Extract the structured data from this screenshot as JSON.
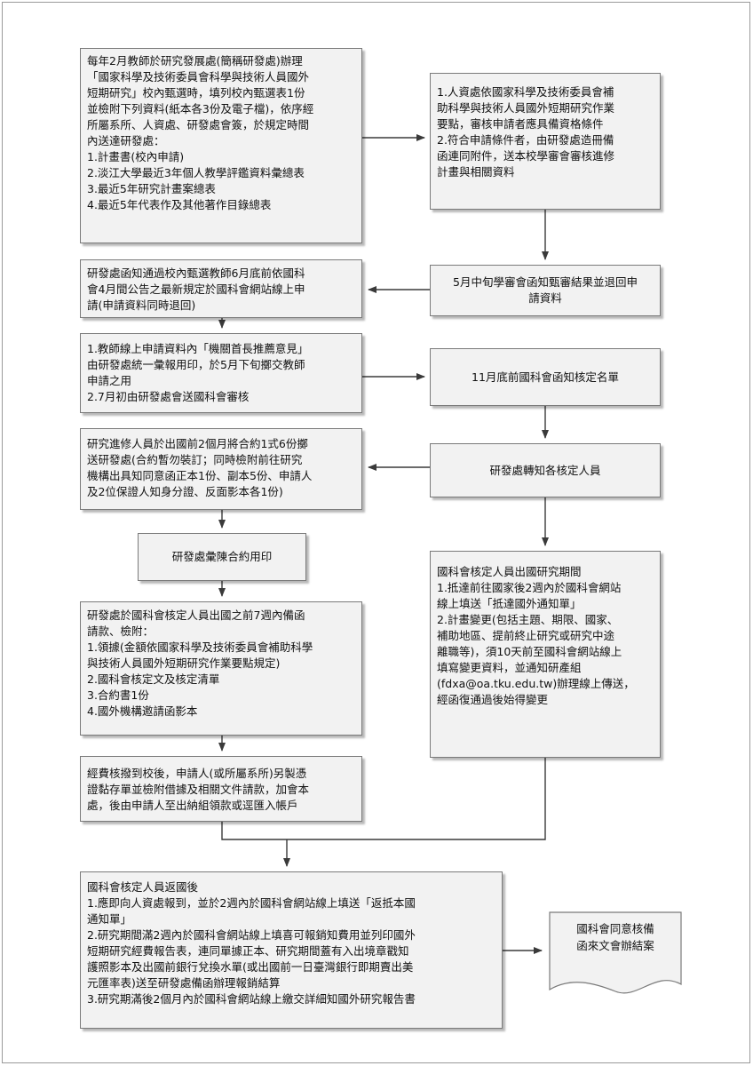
{
  "steps": {
    "s1": {
      "lines": [
        "每年2月教師於研究發展處(簡稱研發處)辦理",
        "「國家科學及技術委員會科學與技術人員國外",
        "短期研究」校內甄選時，填列校內甄選表1份",
        "並檢附下列資料(紙本各3份及電子檔)，依序經",
        "所屬系所、人資處、研發處會簽，於規定時間",
        "內送達研發處：",
        "1.計畫書(校內申請)",
        "2.淡江大學最近3年個人教學評鑑資料彙總表",
        "3.最近5年研究計畫案總表",
        "4.最近5年代表作及其他著作目錄總表"
      ]
    },
    "s2": {
      "lines": [
        "1.人資處依國家科學及技術委員會補",
        "助科學與技術人員國外短期研究作業",
        "要點，審核申請者應具備資格條件",
        "2.符合申請條件者，由研發處造冊備",
        "函連同附件，送本校學審會審核進修",
        "計畫與相關資料"
      ]
    },
    "s3": {
      "lines": [
        "5月中旬學審會函知甄審結果並退回申",
        "請資料"
      ]
    },
    "s4": {
      "lines": [
        "研發處函知通過校內甄選教師6月底前依國科",
        "會4月間公告之最新規定於國科會網站線上申",
        "請(申請資料同時退回)"
      ]
    },
    "s5": {
      "lines": [
        "1.教師線上申請資料內「機關首長推薦意見」",
        "由研發處統一彙報用印，於5月下旬擲交教師",
        "申請之用",
        "2.7月初由研發處會送國科會審核"
      ]
    },
    "s6": {
      "lines": [
        "11月底前國科會函知核定名單"
      ]
    },
    "s7": {
      "lines": [
        "研發處轉知各核定人員"
      ]
    },
    "s8": {
      "lines": [
        "研究進修人員於出國前2個月將合約1式6份擲",
        "送研發處(合約暫勿裝訂；同時檢附前往研究",
        "機構出具知同意函正本1份、副本5份、申請人",
        "及2位保證人知身分證、反面影本各1份)"
      ]
    },
    "s9": {
      "lines": [
        "研發處彙陳合約用印"
      ]
    },
    "s10": {
      "lines": [
        "國科會核定人員出國研究期間",
        "1.抵達前往國家後2週內於國科會網站",
        "線上填送「抵達國外通知單」",
        "2.計畫變更(包括主題、期限、國家、",
        "補助地區、提前終止研究或研究中途",
        "離職等)，須10天前至國科會網站線上",
        "填寫變更資料，並通知研產組",
        "(fdxa@oa.tku.edu.tw)辦理線上傳送，",
        "經函復通過後始得變更"
      ]
    },
    "s11": {
      "lines": [
        "研發處於國科會核定人員出國之前7週內備函",
        "請款、檢附：",
        "1.領據(金額依國家科學及技術委員會補助科學",
        "與技術人員國外短期研究作業要點規定)",
        "2.國科會核定文及核定清單",
        "3.合約書1份",
        "4.國外機構邀請函影本"
      ]
    },
    "s12": {
      "lines": [
        "經費核撥到校後，申請人(或所屬系所)另製憑",
        "證黏存單並檢附借據及相關文件請款，加會本",
        "處，後由申請人至出納組領款或逕匯入帳戶"
      ]
    },
    "s13": {
      "lines": [
        "國科會核定人員返國後",
        "1.應即向人資處報到，並於2週內於國科會網站線上填送「返抵本國",
        "通知單」",
        "2.研究期間滿2週內於國科會網站線上填喜可報銷知費用並列印國外",
        "短期研究經費報告表，連同單據正本、研究期間蓋有入出境章戳知",
        "護照影本及出國前銀行兌換水單(或出國前一日臺灣銀行即期賣出美",
        "元匯率表)送至研發處備函辦理報銷結算",
        "3.研究期滿後2個月內於國科會網站線上繳交詳細知國外研究報告書"
      ]
    },
    "s14": {
      "lines": [
        "國科會同意核備",
        "函來文會辦結案"
      ]
    }
  }
}
